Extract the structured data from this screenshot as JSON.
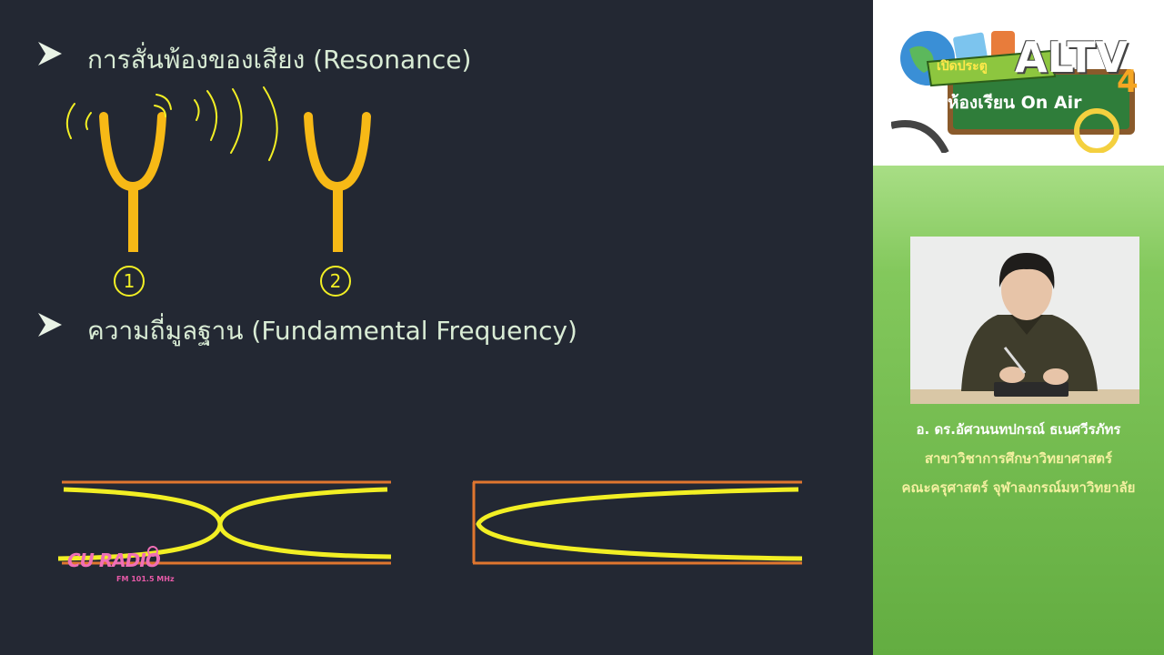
{
  "slide": {
    "heading_1": "การสั่นพ้องของเสียง (Resonance)",
    "heading_2": "ความถี่มูลฐาน (Fundamental Frequency)",
    "fork_1_label": "1",
    "fork_2_label": "2"
  },
  "watermark": {
    "name": "CU RADIO",
    "frequency": "FM 101.5 MHz"
  },
  "channel_logo": {
    "brand": "ALTV",
    "number": "4",
    "program_open": "เปิดประตู",
    "program_room": "ห้องเรียน On Air"
  },
  "presenter": {
    "name": "อ. ดร.อัศวนนทปกรณ์ ธเนศวีรภัทร",
    "department": "สาขาวิชาการศึกษาวิทยาศาสตร์",
    "faculty": "คณะครุศาสตร์ จุฬาลงกรณ์มหาวิทยาลัย"
  },
  "colors": {
    "board": "#232833",
    "heading_text": "#d9ecd5",
    "fork": "#f7b916",
    "wave": "#f2ef24",
    "tube": "#e0762f",
    "presenter_name": "#ffffff",
    "presenter_affiliation": "#f4f0a0"
  }
}
